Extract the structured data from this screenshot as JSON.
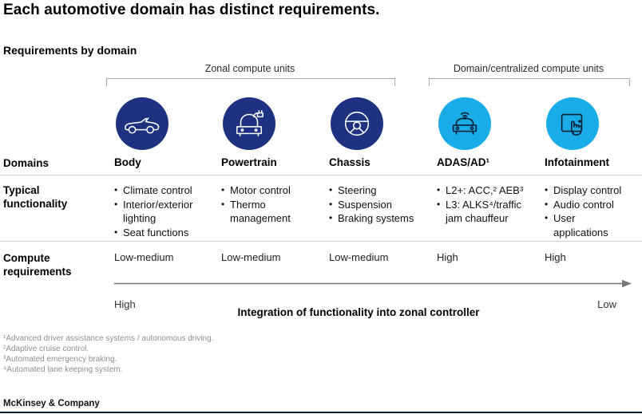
{
  "title": "Each automotive domain has distinct requirements.",
  "section_label": "Requirements by domain",
  "groups": {
    "zonal": "Zonal compute units",
    "central": "Domain/centralized compute units"
  },
  "row_labels": {
    "domains": "Domains",
    "functionality": "Typical functionality",
    "compute": "Compute requirements"
  },
  "columns": [
    {
      "name": "Body",
      "icon": "convertible-car-icon",
      "functionality": [
        "Climate control",
        "Interior/exterior lighting",
        "Seat functions"
      ],
      "compute": "Low-medium"
    },
    {
      "name": "Powertrain",
      "icon": "ev-charging-car-icon",
      "functionality": [
        "Motor control",
        "Thermo management"
      ],
      "compute": "Low-medium"
    },
    {
      "name": "Chassis",
      "icon": "steering-wheel-icon",
      "functionality": [
        "Steering",
        "Suspension",
        "Braking systems"
      ],
      "compute": "Low-medium"
    },
    {
      "name": "ADAS/AD¹",
      "icon": "connected-car-icon",
      "functionality": [
        "L2+: ACC,² AEB³",
        "L3: ALKS⁴/traffic jam chauffeur"
      ],
      "compute": "High"
    },
    {
      "name": "Infotainment",
      "icon": "tablet-touch-icon",
      "functionality": [
        "Display control",
        "Audio control",
        "User applications"
      ],
      "compute": "High"
    }
  ],
  "axis": {
    "left_label": "High",
    "right_label": "Low",
    "caption": "Integration of functionality into zonal controller"
  },
  "footnotes": [
    "¹Advanced driver assistance systems / autonomous driving.",
    "²Adaptive cruise control.",
    "³Automated emergency braking.",
    "⁴Automated lane keeping system."
  ],
  "footer": "McKinsey & Company",
  "colors": {
    "zonal_circle": "#1f3282",
    "central_circle": "#1aace8"
  }
}
